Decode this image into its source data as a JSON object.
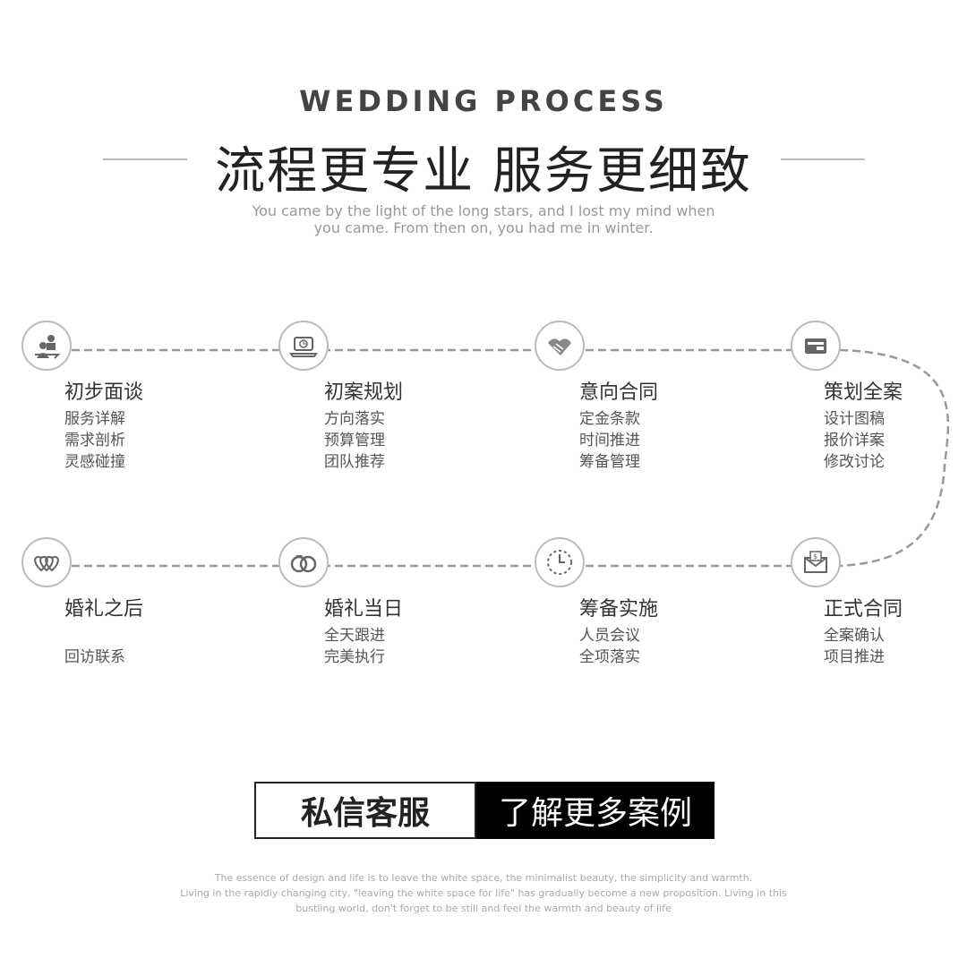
{
  "header": {
    "en_title": "WEDDING PROCESS",
    "cn_title": "流程更专业 服务更细致",
    "subtitle_line1": "You came by the light of the long stars, and I lost my mind when",
    "subtitle_line2": "you came. From then on, you had me in winter."
  },
  "steps": [
    {
      "title": "初步面谈",
      "items": [
        "服务详解",
        "需求剖析",
        "灵感碰撞"
      ],
      "icon": "consultation-icon"
    },
    {
      "title": "初案规划",
      "items": [
        "方向落实",
        "预算管理",
        "团队推荐"
      ],
      "icon": "laptop-chart-icon"
    },
    {
      "title": "意向合同",
      "items": [
        "定金条款",
        "时间推进",
        "筹备管理"
      ],
      "icon": "handshake-icon"
    },
    {
      "title": "策划全案",
      "items": [
        "设计图稿",
        "报价详案",
        "修改讨论"
      ],
      "icon": "wallet-icon"
    },
    {
      "title": "婚礼之后",
      "items": [
        "",
        "回访联系"
      ],
      "icon": "hearts-icon"
    },
    {
      "title": "婚礼当日",
      "items": [
        "全天跟进",
        "完美执行"
      ],
      "icon": "rings-icon"
    },
    {
      "title": "筹备实施",
      "items": [
        "人员会议",
        "全项落实"
      ],
      "icon": "clock-icon"
    },
    {
      "title": "正式合同",
      "items": [
        "全案确认",
        "项目推进"
      ],
      "icon": "envelope-money-icon"
    }
  ],
  "buttons": {
    "contact": "私信客服",
    "more_cases": "了解更多案例"
  },
  "footer": {
    "line1": "The essence of design and life is to leave the white space, the minimalist beauty, the simplicity and warmth.",
    "line2": "Living in the rapidly changing city, \"leaving the white space for life\" has gradually become a new proposition. Living in this",
    "line3": "bustling world, don't forget to be still and feel the warmth and beauty of life"
  }
}
